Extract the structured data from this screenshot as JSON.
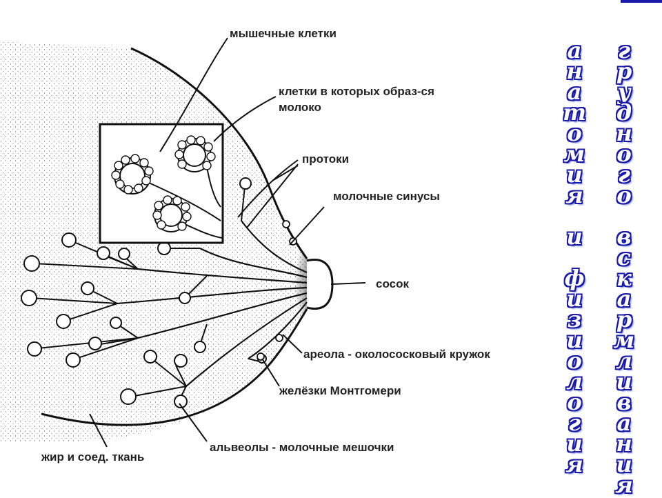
{
  "labels": {
    "muscle_cells": "мышечные клетки",
    "milk_cells_1": "клетки в которых образ-ся",
    "milk_cells_2": "молоко",
    "ducts": "протоки",
    "sinuses": "молочные синусы",
    "nipple": "сосок",
    "areola": "ареола - околососковый кружок",
    "montgomery": "желёзки Монтгомери",
    "alveoli": "альвеолы - молочные мешочки",
    "fat": "жир и соед. ткань"
  },
  "title_col_1": [
    "а",
    "н",
    "а",
    "т",
    "о",
    "м",
    "и",
    "я",
    "",
    "и",
    "",
    "ф",
    "и",
    "з",
    "и",
    "о",
    "л",
    "о",
    "г",
    "и",
    "я"
  ],
  "title_col_2": [
    "г",
    "р",
    "у",
    "д",
    "н",
    "о",
    "г",
    "о",
    "",
    "в",
    "с",
    "к",
    "а",
    "р",
    "м",
    "л",
    "и",
    "в",
    "а",
    "н",
    "и",
    "я"
  ],
  "colors": {
    "title_fill": "#ffffff",
    "title_outline": "#1a1aa8",
    "ink": "#222222"
  }
}
